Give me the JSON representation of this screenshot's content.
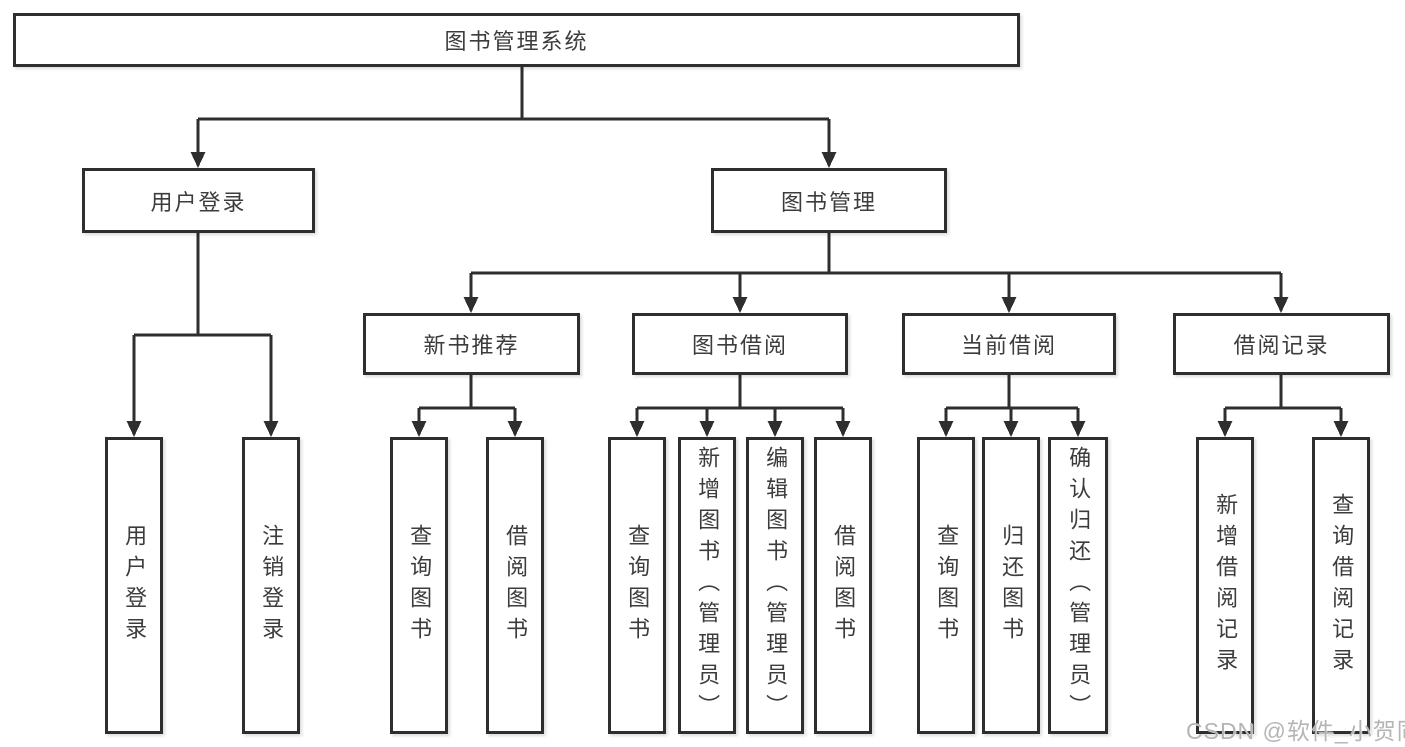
{
  "diagram_type": "hierarchy-tree",
  "colors": {
    "line": "#2e2e2e",
    "box_border": "#2e2e2e",
    "text": "#3c3c3c",
    "background": "#ffffff",
    "watermark": "#b5b5b5"
  },
  "watermark": {
    "text": "CSDN @软件_小贺同学"
  },
  "root": {
    "label": "图书管理系统",
    "children": [
      {
        "label": "用户登录",
        "children": [
          {
            "label": "用户登录"
          },
          {
            "label": "注销登录"
          }
        ]
      },
      {
        "label": "图书管理",
        "children": [
          {
            "label": "新书推荐",
            "children": [
              {
                "label": "查询图书"
              },
              {
                "label": "借阅图书"
              }
            ]
          },
          {
            "label": "图书借阅",
            "children": [
              {
                "label": "查询图书"
              },
              {
                "label": "新增图书（管理员）"
              },
              {
                "label": "编辑图书（管理员）"
              },
              {
                "label": "借阅图书"
              }
            ]
          },
          {
            "label": "当前借阅",
            "children": [
              {
                "label": "查询图书"
              },
              {
                "label": "归还图书"
              },
              {
                "label": "确认归还（管理员）"
              }
            ]
          },
          {
            "label": "借阅记录",
            "children": [
              {
                "label": "新增借阅记录"
              },
              {
                "label": "查询借阅记录"
              }
            ]
          }
        ]
      }
    ]
  }
}
